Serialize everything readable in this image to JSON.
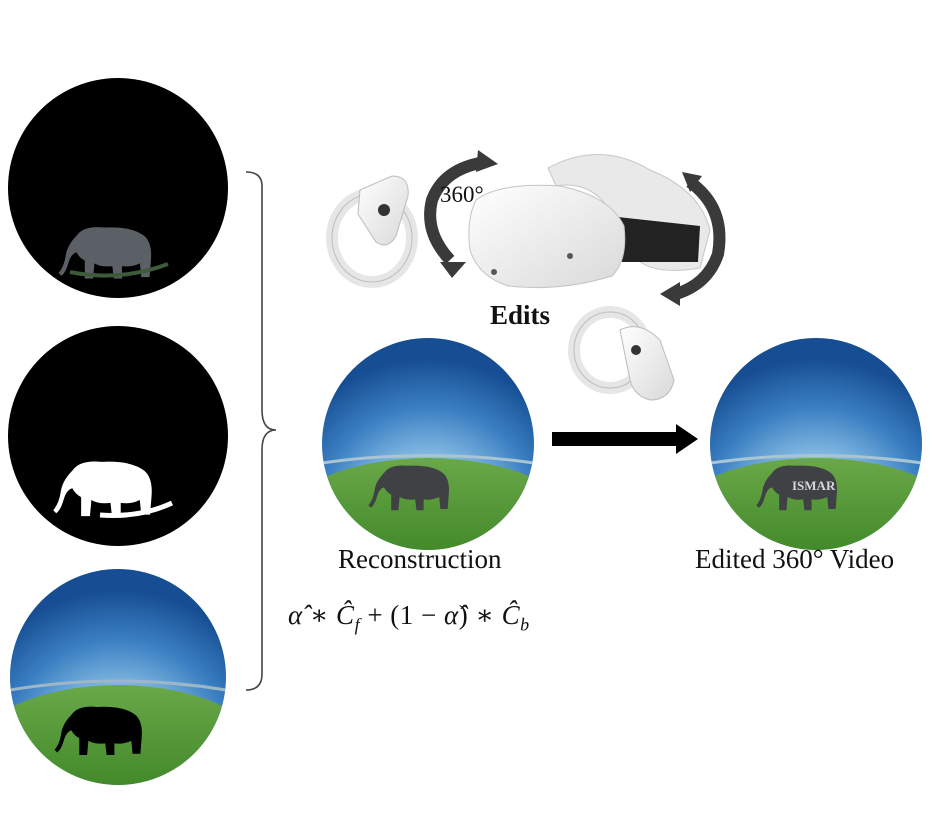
{
  "labels": {
    "angle": "360°",
    "edits": "Edits",
    "reconstruction": "Reconstruction",
    "edited_video": "Edited 360° Video",
    "watermark": "ISMAR"
  },
  "formula": {
    "alpha": "α̂",
    "op1": " ∗ ",
    "cf": "Ĉ",
    "sub_f": "f",
    "op2": " + (1 − ",
    "alpha2": "α̂",
    "op3": ") ∗ ",
    "cb": "Ĉ",
    "sub_b": "b"
  },
  "colors": {
    "sky_top": "#1f5fa8",
    "sky_light": "#d8ecf8",
    "grass": "#4f9a2c",
    "mask_bg": "#000000",
    "arrow": "#000000",
    "headset": "#f2f2f2"
  },
  "icons": [
    "vr-headset-icon",
    "vr-controller-icon",
    "rotate-arrow-icon"
  ]
}
